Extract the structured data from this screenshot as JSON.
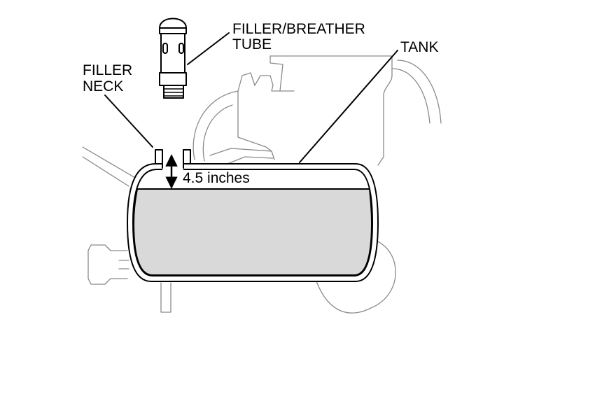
{
  "labels": {
    "filler_breather_tube_line1": "FILLER/BREATHER",
    "filler_breather_tube_line2": "TUBE",
    "filler_neck_line1": "FILLER",
    "filler_neck_line2": "NECK",
    "tank": "TANK",
    "measurement": "4.5 inches"
  },
  "colors": {
    "liquid_fill": "#d9d9d9",
    "outline": "#000000",
    "background_parts": "#8a8a8a"
  }
}
